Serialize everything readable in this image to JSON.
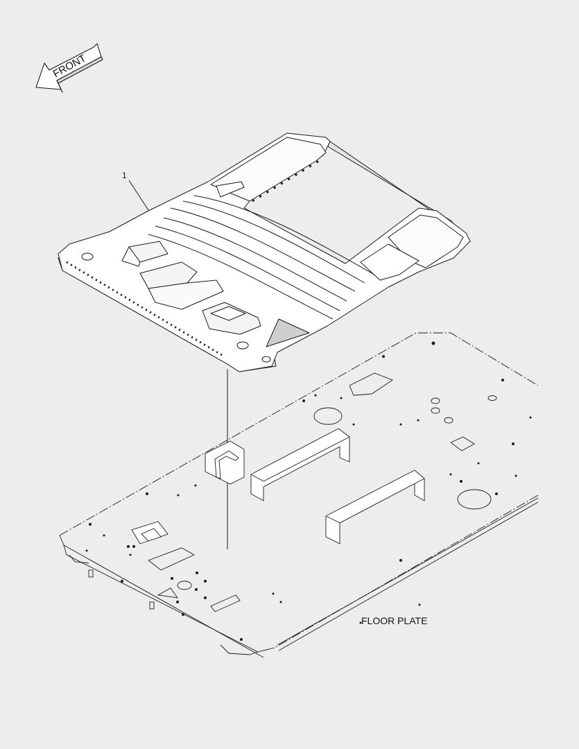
{
  "diagram": {
    "front_arrow_text": "FRONT",
    "part_callout_number": "1",
    "floor_plate_label": "FLOOR PLATE"
  },
  "colors": {
    "background": "#ededed",
    "line": "#1a1a1a",
    "fill": "#ffffff"
  }
}
